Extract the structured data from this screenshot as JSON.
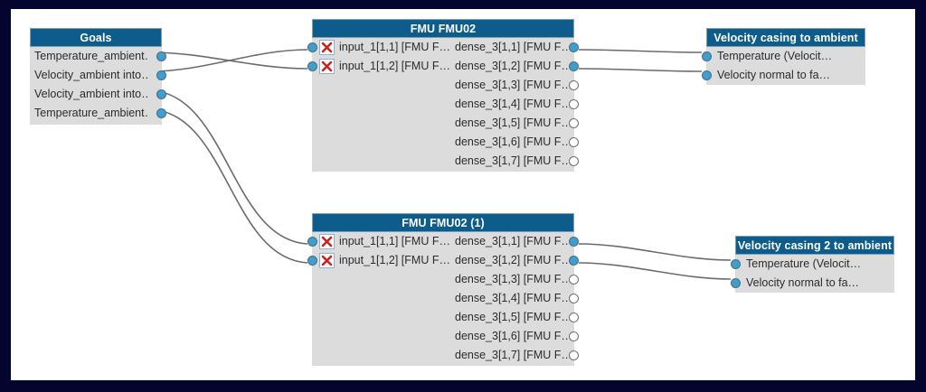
{
  "canvas": {
    "border_color": "#04052e",
    "background": "#ffffff",
    "header_color": "#0d5c8c",
    "body_color": "#dcdcdc",
    "port_connected_color": "#3e9ecd",
    "port_open_color": "#ffffff",
    "edge_color": "#6b6b6b",
    "x_icon_color": "#cc1f1f"
  },
  "goals": {
    "title": "Goals",
    "ports": [
      {
        "label": "Temperature_ambient…",
        "state": "connected"
      },
      {
        "label": "Velocity_ambient into…",
        "state": "connected"
      },
      {
        "label": "Velocity_ambient into…",
        "state": "connected"
      },
      {
        "label": "Temperature_ambient…",
        "state": "connected"
      }
    ]
  },
  "fmu1": {
    "title": "FMU FMU02",
    "inputs": [
      {
        "label": "input_1[1,1] [FMU F…",
        "state": "connected",
        "icon": "x-icon"
      },
      {
        "label": "input_1[1,2] [FMU F…",
        "state": "connected",
        "icon": "x-icon"
      }
    ],
    "outputs": [
      {
        "label": "dense_3[1,1] [FMU F…",
        "state": "connected"
      },
      {
        "label": "dense_3[1,2] [FMU F…",
        "state": "connected"
      },
      {
        "label": "dense_3[1,3] [FMU F…",
        "state": "open"
      },
      {
        "label": "dense_3[1,4] [FMU F…",
        "state": "open"
      },
      {
        "label": "dense_3[1,5] [FMU F…",
        "state": "open"
      },
      {
        "label": "dense_3[1,6] [FMU F…",
        "state": "open"
      },
      {
        "label": "dense_3[1,7] [FMU F…",
        "state": "open"
      }
    ]
  },
  "fmu2": {
    "title": "FMU FMU02 (1)",
    "inputs": [
      {
        "label": "input_1[1,1] [FMU F…",
        "state": "connected",
        "icon": "x-icon"
      },
      {
        "label": "input_1[1,2] [FMU F…",
        "state": "connected",
        "icon": "x-icon"
      }
    ],
    "outputs": [
      {
        "label": "dense_3[1,1] [FMU F…",
        "state": "connected"
      },
      {
        "label": "dense_3[1,2] [FMU F…",
        "state": "connected"
      },
      {
        "label": "dense_3[1,3] [FMU F…",
        "state": "open"
      },
      {
        "label": "dense_3[1,4] [FMU F…",
        "state": "open"
      },
      {
        "label": "dense_3[1,5] [FMU F…",
        "state": "open"
      },
      {
        "label": "dense_3[1,6] [FMU F…",
        "state": "open"
      },
      {
        "label": "dense_3[1,7] [FMU F…",
        "state": "open"
      }
    ]
  },
  "ambient1": {
    "title": "Velocity casing to ambient",
    "ports": [
      {
        "label": "Temperature (Velocit…",
        "state": "connected"
      },
      {
        "label": "Velocity normal to fa…",
        "state": "connected"
      }
    ]
  },
  "ambient2": {
    "title": "Velocity casing 2 to ambient",
    "ports": [
      {
        "label": "Temperature (Velocit…",
        "state": "connected"
      },
      {
        "label": "Velocity normal to fa…",
        "state": "connected"
      }
    ]
  },
  "edges": [
    {
      "from": "goals.port.0",
      "to": "fmu1.input.1"
    },
    {
      "from": "goals.port.1",
      "to": "fmu1.input.0"
    },
    {
      "from": "goals.port.2",
      "to": "fmu2.input.0"
    },
    {
      "from": "goals.port.3",
      "to": "fmu2.input.1"
    },
    {
      "from": "fmu1.output.0",
      "to": "ambient1.port.0"
    },
    {
      "from": "fmu1.output.1",
      "to": "ambient1.port.1"
    },
    {
      "from": "fmu2.output.0",
      "to": "ambient2.port.0"
    },
    {
      "from": "fmu2.output.1",
      "to": "ambient2.port.1"
    }
  ]
}
